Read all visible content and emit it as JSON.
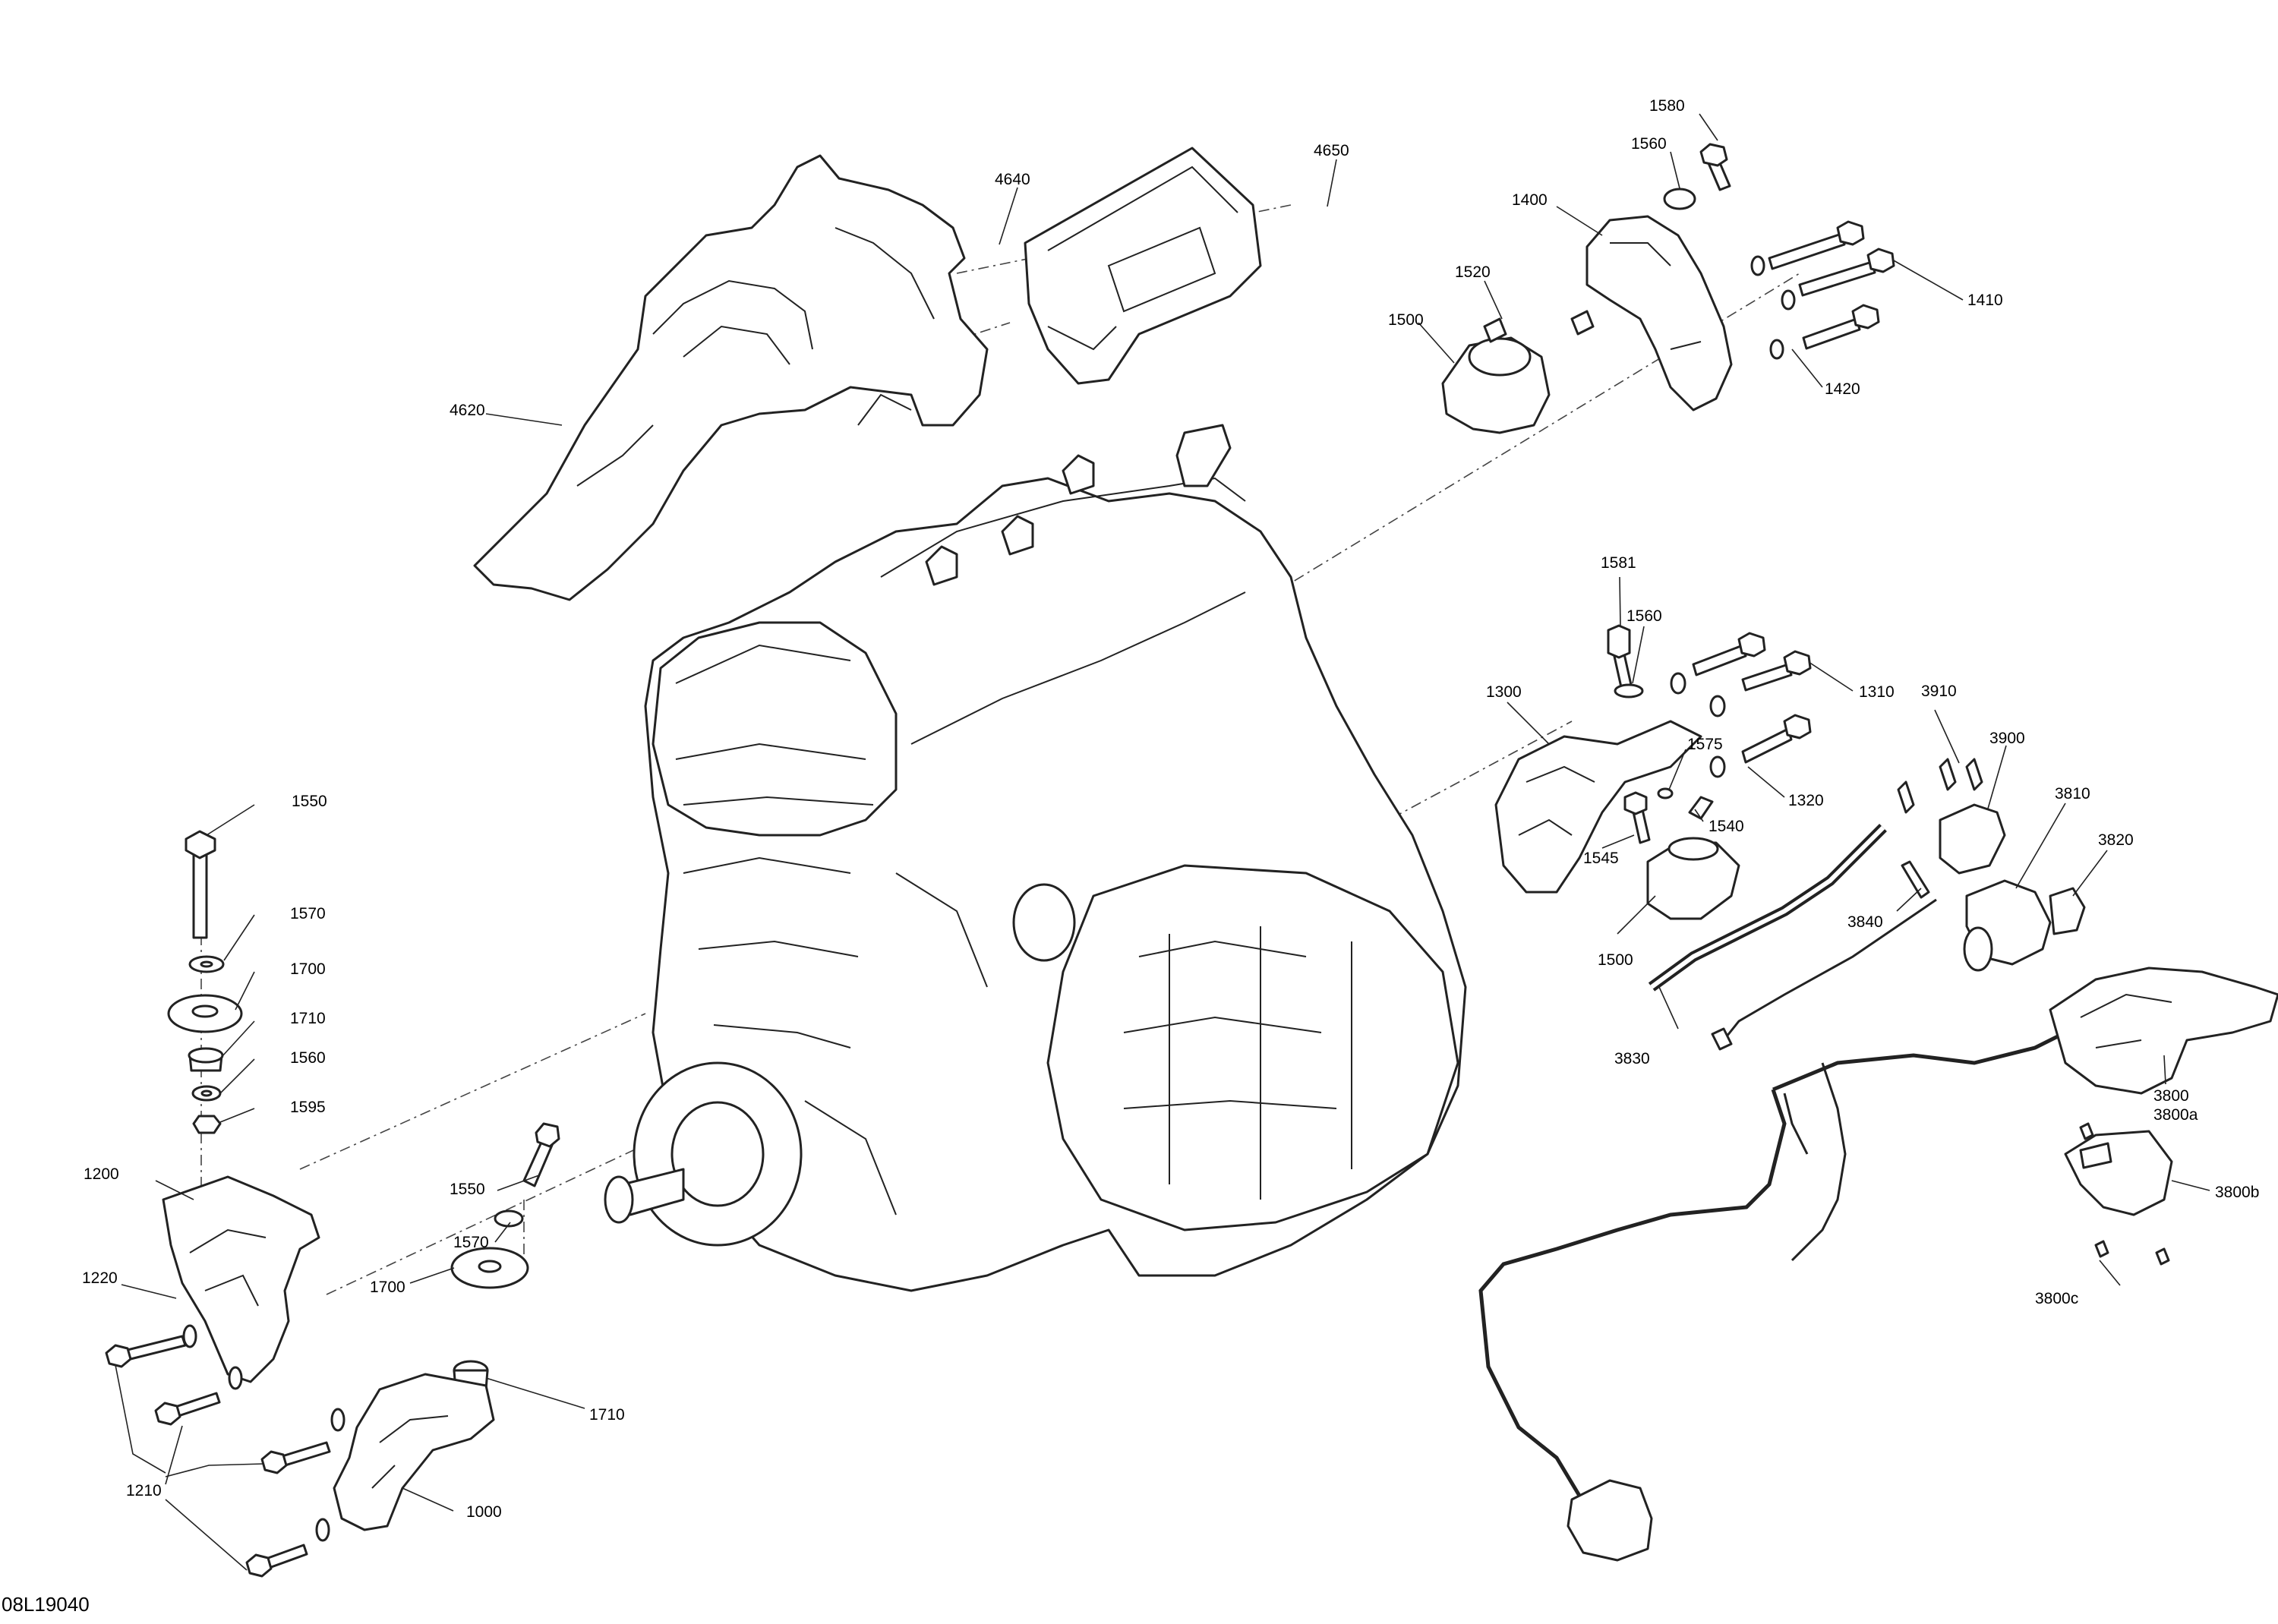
{
  "figure_id": "08L19040",
  "callouts": {
    "c1550a": "1550",
    "c1570a": "1570",
    "c1700a": "1700",
    "c1710a": "1710",
    "c1560a": "1560",
    "c1595": "1595",
    "c1200": "1200",
    "c1220": "1220",
    "c1210": "1210",
    "c1000": "1000",
    "c1550b": "1550",
    "c1570b": "1570",
    "c1700b": "1700",
    "c1710b": "1710",
    "c4620": "4620",
    "c4640": "4640",
    "c4650": "4650",
    "c1580": "1580",
    "c1560b": "1560",
    "c1400": "1400",
    "c1520": "1520",
    "c1500a": "1500",
    "c1410": "1410",
    "c1420": "1420",
    "c1581": "1581",
    "c1560c": "1560",
    "c1310": "1310",
    "c1300": "1300",
    "c1575": "1575",
    "c1320": "1320",
    "c1545": "1545",
    "c1540": "1540",
    "c1500b": "1500",
    "c3910": "3910",
    "c3900": "3900",
    "c3810": "3810",
    "c3820": "3820",
    "c3840": "3840",
    "c3830": "3830",
    "c3800": "3800",
    "c3800a": "3800a",
    "c3800b": "3800b",
    "c3800c": "3800c"
  }
}
